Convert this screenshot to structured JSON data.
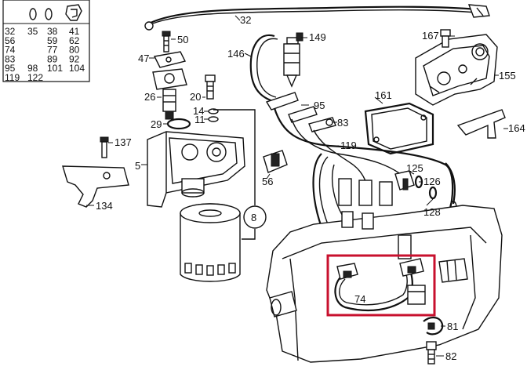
{
  "legend_table": {
    "rows": [
      [
        "32",
        "35",
        "38",
        "41"
      ],
      [
        "56",
        "",
        "59",
        "62"
      ],
      [
        "74",
        "",
        "77",
        "80"
      ],
      [
        "83",
        "",
        "89",
        "92"
      ],
      [
        "95",
        "98",
        "101",
        "104"
      ],
      [
        "119",
        "122",
        "",
        ""
      ]
    ]
  },
  "part_labels": {
    "p32": "32",
    "p50": "50",
    "p47": "47",
    "p146": "146",
    "p149": "149",
    "p167": "167",
    "p155": "155",
    "p26": "26",
    "p20": "20",
    "p14": "14",
    "p11": "11",
    "p29": "29",
    "p95": "95",
    "p83": "83",
    "p161": "161",
    "p164": "164",
    "p137": "137",
    "p5": "5",
    "p119": "119",
    "p134": "134",
    "p56": "56",
    "p125": "125",
    "p126": "126",
    "p128": "128",
    "p8": "8",
    "p74": "74",
    "p81": "81",
    "p82": "82"
  },
  "highlight_color": "#c8102e"
}
